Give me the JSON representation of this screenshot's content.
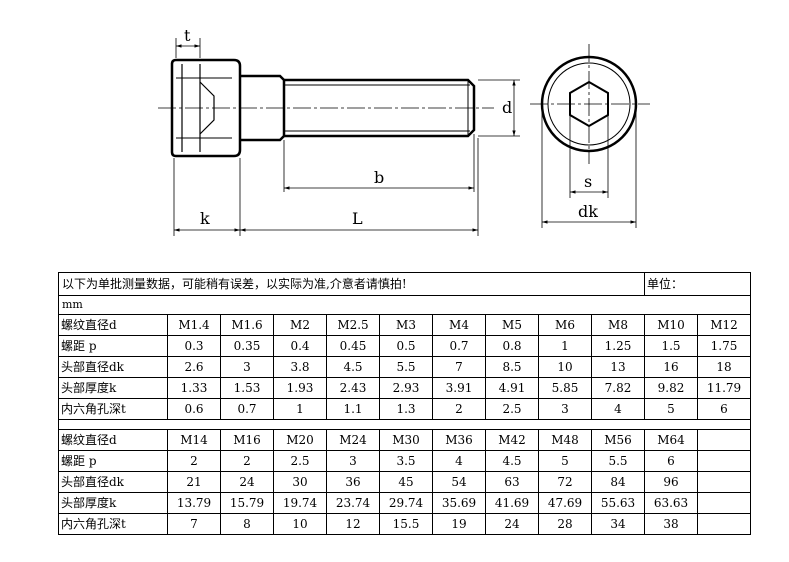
{
  "drawing": {
    "labels": {
      "t": "t",
      "d": "d",
      "b": "b",
      "k": "k",
      "L": "L",
      "s": "s",
      "dk": "dk"
    }
  },
  "table": {
    "notice": "以下为单批测量数据，可能稍有误差，以实际为准,介意者请慎拍!",
    "unit_label": "单位：",
    "unit_value": "mm",
    "row_labels": [
      "螺纹直径d",
      "螺距 p",
      "头部直径dk",
      "头部厚度k",
      "内六角孔深t"
    ],
    "group1": {
      "sizes": [
        "M1.4",
        "M1.6",
        "M2",
        "M2.5",
        "M3",
        "M4",
        "M5",
        "M6",
        "M8",
        "M10",
        "M12"
      ],
      "pitch": [
        "0.3",
        "0.35",
        "0.4",
        "0.45",
        "0.5",
        "0.7",
        "0.8",
        "1",
        "1.25",
        "1.5",
        "1.75"
      ],
      "head_dia": [
        "2.6",
        "3",
        "3.8",
        "4.5",
        "5.5",
        "7",
        "8.5",
        "10",
        "13",
        "16",
        "18"
      ],
      "head_height": [
        "1.33",
        "1.53",
        "1.93",
        "2.43",
        "2.93",
        "3.91",
        "4.91",
        "5.85",
        "7.82",
        "9.82",
        "11.79"
      ],
      "socket_depth": [
        "0.6",
        "0.7",
        "1",
        "1.1",
        "1.3",
        "2",
        "2.5",
        "3",
        "4",
        "5",
        "6"
      ]
    },
    "group2": {
      "sizes": [
        "M14",
        "M16",
        "M20",
        "M24",
        "M30",
        "M36",
        "M42",
        "M48",
        "M56",
        "M64"
      ],
      "pitch": [
        "2",
        "2",
        "2.5",
        "3",
        "3.5",
        "4",
        "4.5",
        "5",
        "5.5",
        "6"
      ],
      "head_dia": [
        "21",
        "24",
        "30",
        "36",
        "45",
        "54",
        "63",
        "72",
        "84",
        "96"
      ],
      "head_height": [
        "13.79",
        "15.79",
        "19.74",
        "23.74",
        "29.74",
        "35.69",
        "41.69",
        "47.69",
        "55.63",
        "63.63"
      ],
      "socket_depth": [
        "7",
        "8",
        "10",
        "12",
        "15.5",
        "19",
        "24",
        "28",
        "34",
        "38"
      ]
    }
  }
}
